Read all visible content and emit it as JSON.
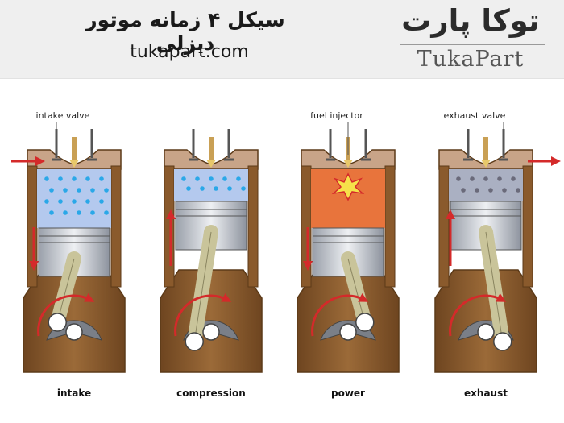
{
  "header": {
    "title": "سیکل ۴ زمانه موتور دیزلی",
    "website": "tukapart.com",
    "logo_fa": "توکا پارت",
    "logo_en": "TukaPart"
  },
  "stages": [
    {
      "name": "intake",
      "callout": "intake valve"
    },
    {
      "name": "compression",
      "callout": ""
    },
    {
      "name": "power",
      "callout": "fuel injector"
    },
    {
      "name": "exhaust",
      "callout": "exhaust valve"
    }
  ],
  "colors": {
    "block": "#8a5a2c",
    "block_edge": "#5c3a18",
    "cylinder_wall": "#c8a488",
    "intake_charge": "#b4c9ee",
    "compressed_charge": "#b4c9ee",
    "combustion": "#e8743c",
    "exhaust_charge": "#aab0c2",
    "piston": "#c7cbd2",
    "rod": "#c9c49a",
    "arrow": "#d42a2a",
    "air_dot": "#2aa8e8",
    "exhaust_dot": "#6a6a7a"
  },
  "icons": [
    "flow-arrow-icon",
    "stroke-arrow-icon",
    "rotation-arrow-icon",
    "explosion-icon"
  ]
}
